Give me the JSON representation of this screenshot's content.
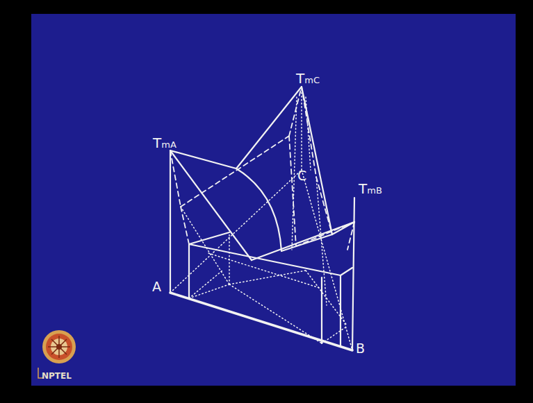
{
  "diagram": {
    "labels": [
      "TmA",
      "TmC",
      "C",
      "TmB",
      "A",
      "B",
      "NPTEL"
    ]
  }
}
